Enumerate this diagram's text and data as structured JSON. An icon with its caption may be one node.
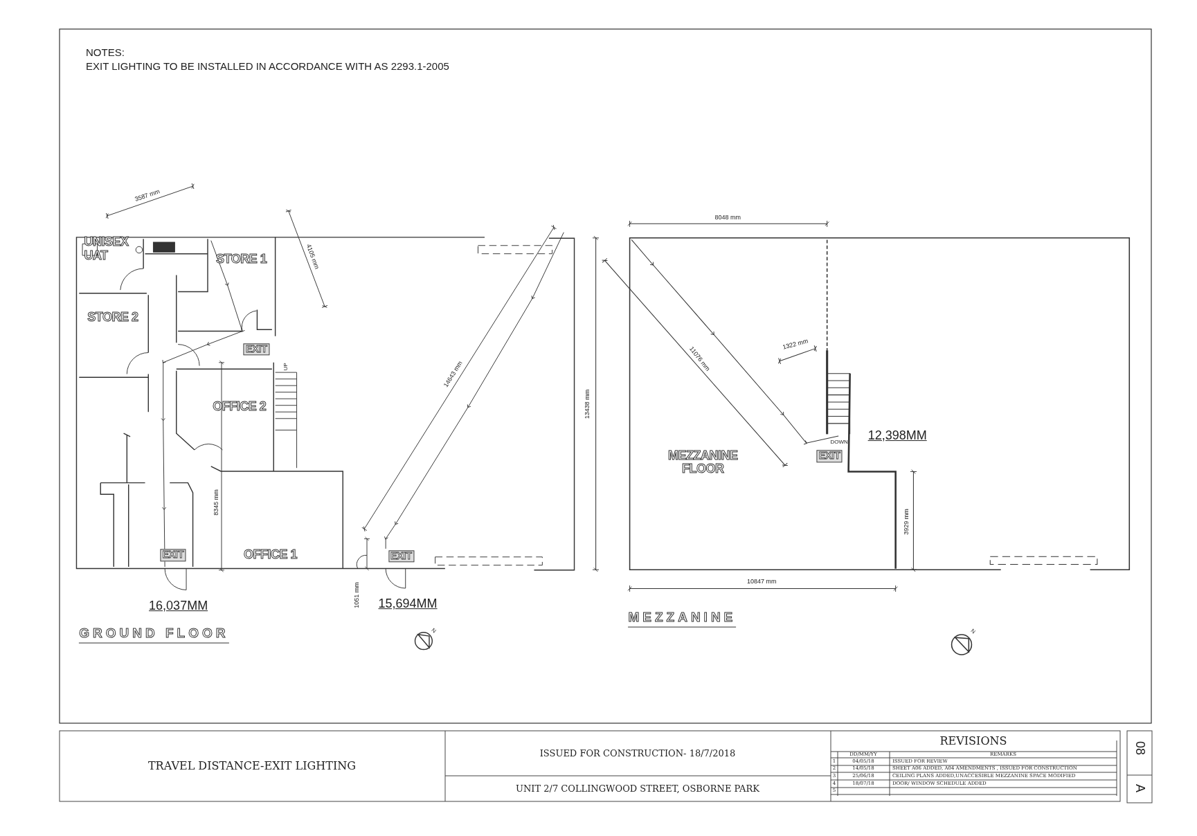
{
  "diagram": {
    "title": "TRAVEL DISTANCE-EXIT LIGHTING",
    "labels": [
      "NOTES:",
      "EXIT LIGHTING TO BE INSTALLED IN ACCORDANCE WITH AS 2293.1-2005",
      "3587 mm",
      "UNISEX UAT",
      "STORE 1",
      "4105 mm",
      "STORE 2",
      "EXIT",
      "UP",
      "OFFICE 2",
      "14643 mm",
      "8345 mm",
      "EXIT",
      "OFFICE 1",
      "EXIT",
      "1051 mm",
      "16,037MM",
      "15,694MM",
      "GROUND FLOOR",
      "N",
      "8048 mm",
      "13438 mm",
      "11076 mm",
      "1322 mm",
      "DOWN",
      "12,398MM",
      "MEZZANINE FLOOR",
      "EXIT",
      "3929 mm",
      "10847 mm",
      "MEZZANINE",
      "N",
      "ISSUED FOR CONSTRUCTION- 18/7/2018",
      "UNIT 2/7 COLLINGWOOD STREET, OSBORNE PARK",
      "REVISIONS",
      "DD/MM/YY",
      "REMARKS",
      "1",
      "04/05/18",
      "ISSUED FOR REVIEW",
      "2",
      "14/05/18",
      "SHEET A06 ADDED, A04 AMENDMENTS , ISSUED FOR CONSTRUCTION",
      "3",
      "25/06/18",
      "CEILING PLANS ADDED,UNACCESIBLE MEZZANINE SPACE MODIFIED",
      "4",
      "18/07/18",
      "DOOR/ WINDOW SCHEDULE ADDED",
      "5",
      "08",
      "A"
    ]
  }
}
